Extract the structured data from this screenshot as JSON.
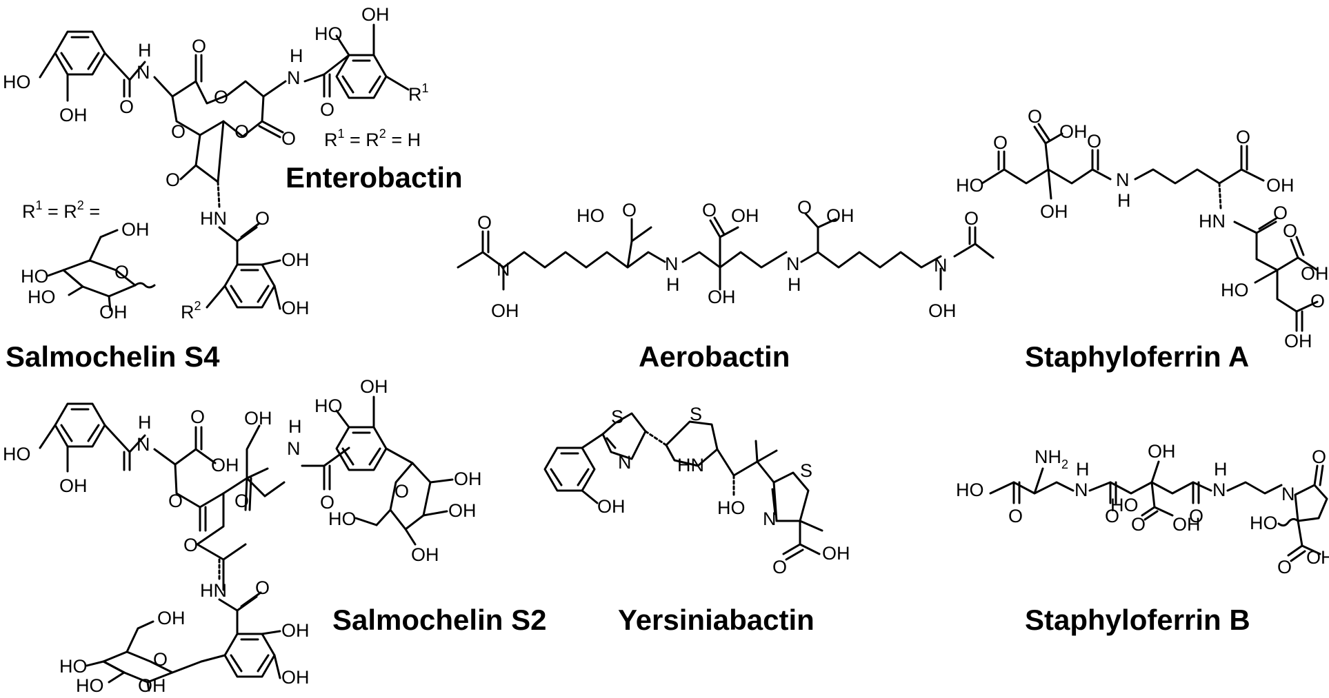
{
  "molecules": {
    "enterobactin": {
      "name": "Enterobactin",
      "atoms": [
        "HO",
        "OH",
        "H",
        "N",
        "O",
        "O",
        "O",
        "O",
        "O",
        "O",
        "O",
        "H",
        "N",
        "O",
        "HO",
        "OH",
        "R",
        "1",
        "HN",
        "O",
        "OH",
        "OH",
        "R",
        "2"
      ]
    },
    "salmochelin_s4": {
      "name": "Salmochelin S4",
      "atoms": [
        "OH",
        "HO",
        "HO",
        "OH",
        "O"
      ]
    },
    "substituent_notes": {
      "enterobactin_R": [
        "R",
        "1",
        " = R",
        "2",
        " = H"
      ],
      "salmochelin_R": [
        "R",
        "1",
        " = R",
        "2",
        " ="
      ]
    },
    "aerobactin": {
      "name": "Aerobactin",
      "atoms": [
        "O",
        "N",
        "OH",
        "HO",
        "O",
        "O",
        "OH",
        "O",
        "OH",
        "N",
        "H",
        "OH",
        "N",
        "H",
        "O",
        "N",
        "OH"
      ]
    },
    "staphyloferrin_a": {
      "name": "Staphyloferrin A",
      "atoms": [
        "O",
        "OH",
        "HO",
        "O",
        "OH",
        "O",
        "H",
        "N",
        "O",
        "OH",
        "HN",
        "O",
        "O",
        "OH",
        "HO",
        "O",
        "OH"
      ]
    },
    "salmochelin_s2": {
      "name": "Salmochelin S2",
      "atoms": [
        "HO",
        "OH",
        "H",
        "N",
        "O",
        "OH",
        "OH",
        "H",
        "N",
        "OH",
        "HO",
        "O",
        "O",
        "O",
        "O",
        "O",
        "OH",
        "HO",
        "OH",
        "OH",
        "HN",
        "O",
        "OH",
        "OH",
        "HO",
        "HO",
        "OH",
        "OH",
        "O"
      ]
    },
    "yersiniabactin": {
      "name": "Yersiniabactin",
      "atoms": [
        "S",
        "N",
        "S",
        "HN",
        "OH",
        "HO",
        "S",
        "N",
        "O",
        "OH"
      ]
    },
    "staphyloferrin_b": {
      "name": "Staphyloferrin B",
      "atoms": [
        "NH",
        "2",
        "H",
        "N",
        "HO",
        "O",
        "O",
        "OH",
        "H",
        "N",
        "O",
        "N",
        "O",
        "O",
        "OH",
        "HO",
        "HO",
        "O",
        "OH"
      ]
    }
  }
}
